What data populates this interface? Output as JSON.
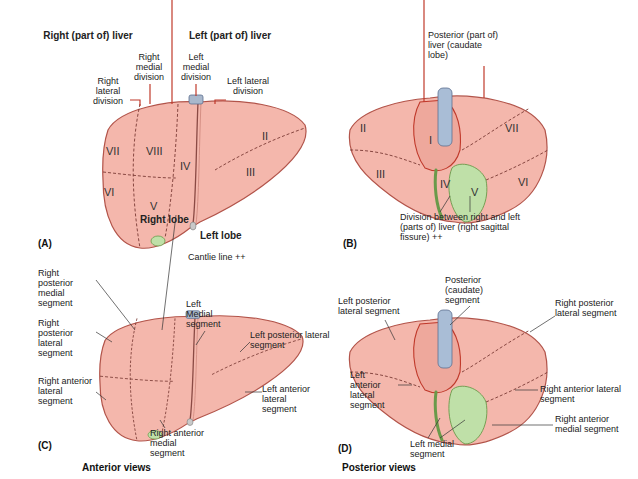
{
  "diagram": {
    "labels": [
      "Right (part of) liver",
      "Left (part of) liver",
      "Right medial division",
      "Left medial division",
      "Right lateral division",
      "Left lateral division",
      "VII",
      "VIII",
      "IV",
      "II",
      "III",
      "VI",
      "V",
      "Right lobe",
      "Left lobe",
      "(A)",
      "Cantlie line ++",
      "Posterior (part of) liver (caudate lobe)",
      "II",
      "I",
      "VII",
      "III",
      "IV",
      "V",
      "VI",
      "Division between right and left (parts of) liver (right sagittal fissure) ++",
      "(B)",
      "Right posterior medial segment",
      "Right posterior lateral segment",
      "Right anterior lateral segment",
      "Right anterior medial segment",
      "Left Medial segment",
      "Left posterior lateral segment",
      "Left anterior lateral segment",
      "(C)",
      "Anterior views",
      "Posterior (caudate) segment",
      "Left posterior lateral segment",
      "Right posterior lateral segment",
      "Left anterior lateral segment",
      "Right anterior lateral segment",
      "Left medial segment",
      "Right anterior medial segment",
      "(D)",
      "Posterior views"
    ]
  }
}
